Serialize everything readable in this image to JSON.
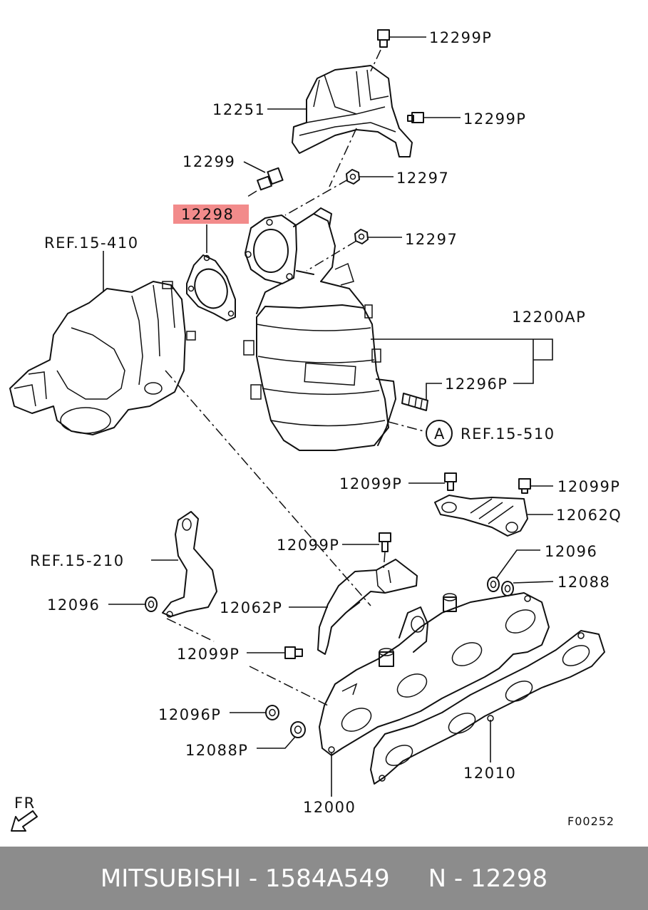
{
  "diagram": {
    "labels": {
      "p12299P_a": "12299P",
      "p12251": "12251",
      "p12299P_b": "12299P",
      "p12299": "12299",
      "p12297_a": "12297",
      "p12298": "12298",
      "p12297_b": "12297",
      "ref15410": "REF.15-410",
      "p12200AP": "12200AP",
      "p12296P": "12296P",
      "circleA": "A",
      "ref15510": "REF.15-510",
      "p12099P_a": "12099P",
      "p12099P_b": "12099P",
      "p12062Q": "12062Q",
      "p12099P_c": "12099P",
      "p12096_a": "12096",
      "ref15210": "REF.15-210",
      "p12088": "12088",
      "p12096_b": "12096",
      "p12062P": "12062P",
      "p12099P_d": "12099P",
      "p12096P": "12096P",
      "p12088P": "12088P",
      "p12010": "12010",
      "p12000": "12000",
      "fr": "FR",
      "figure_code": "F00252"
    },
    "highlight_color": "#f28b8b"
  },
  "footer": {
    "brand": "MITSUBISHI",
    "separator": " - ",
    "part_number": "1584A549",
    "gap": "     ",
    "ref": "N - 12298"
  }
}
